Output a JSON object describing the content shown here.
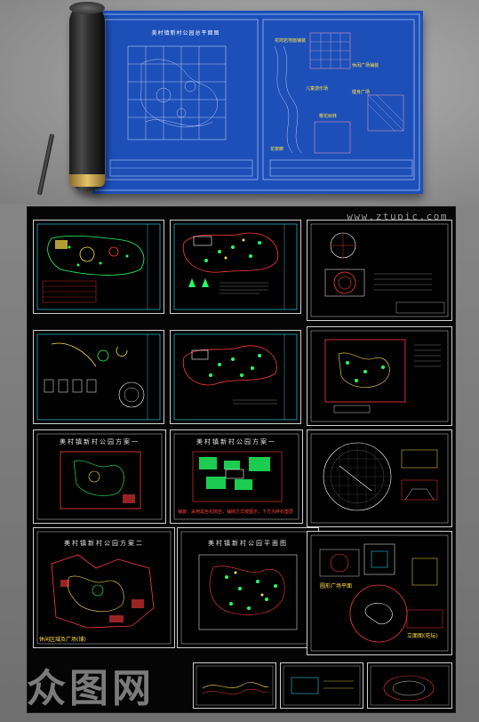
{
  "page": {
    "watermark_url": "www.ztupic.com",
    "logo_text": "众图网"
  },
  "blueprint": {
    "sheet_title": "美村镇新村公园总平面图",
    "labels": [
      "花岗岩地面铺装",
      "休闲广场铺装",
      "儿童游乐场",
      "健身广场",
      "樱花树林",
      "花架廊"
    ]
  },
  "tiles": [
    {
      "id": "t1",
      "title": ""
    },
    {
      "id": "t2",
      "title": ""
    },
    {
      "id": "t3",
      "title": ""
    },
    {
      "id": "t4",
      "title": ""
    },
    {
      "id": "t5",
      "title": ""
    },
    {
      "id": "t6",
      "title": ""
    },
    {
      "id": "t7",
      "title": "美村镇新村公园方案一"
    },
    {
      "id": "t8",
      "title": "美村镇新村公园方案一"
    },
    {
      "id": "t9",
      "title": ""
    },
    {
      "id": "t10",
      "title": "美村镇新村公园方案二"
    },
    {
      "id": "t11",
      "title": "美村镇新村公园平面图"
    },
    {
      "id": "t12",
      "title": ""
    }
  ],
  "captions": {
    "c1": "铺装：采用黑色花岗岩，铺砌方式按图示，下方为碎石垫层",
    "c2": "休闲区域及广场(铺)",
    "c3": "圆形广场平面",
    "c4": "立面图(花坛)"
  },
  "colors": {
    "blueprint": "#1d4fb8",
    "cad_green": "#22ff66",
    "cad_red": "#ff3b3b",
    "cad_yellow": "#ffe14a",
    "cad_cyan": "#38e6ff"
  }
}
